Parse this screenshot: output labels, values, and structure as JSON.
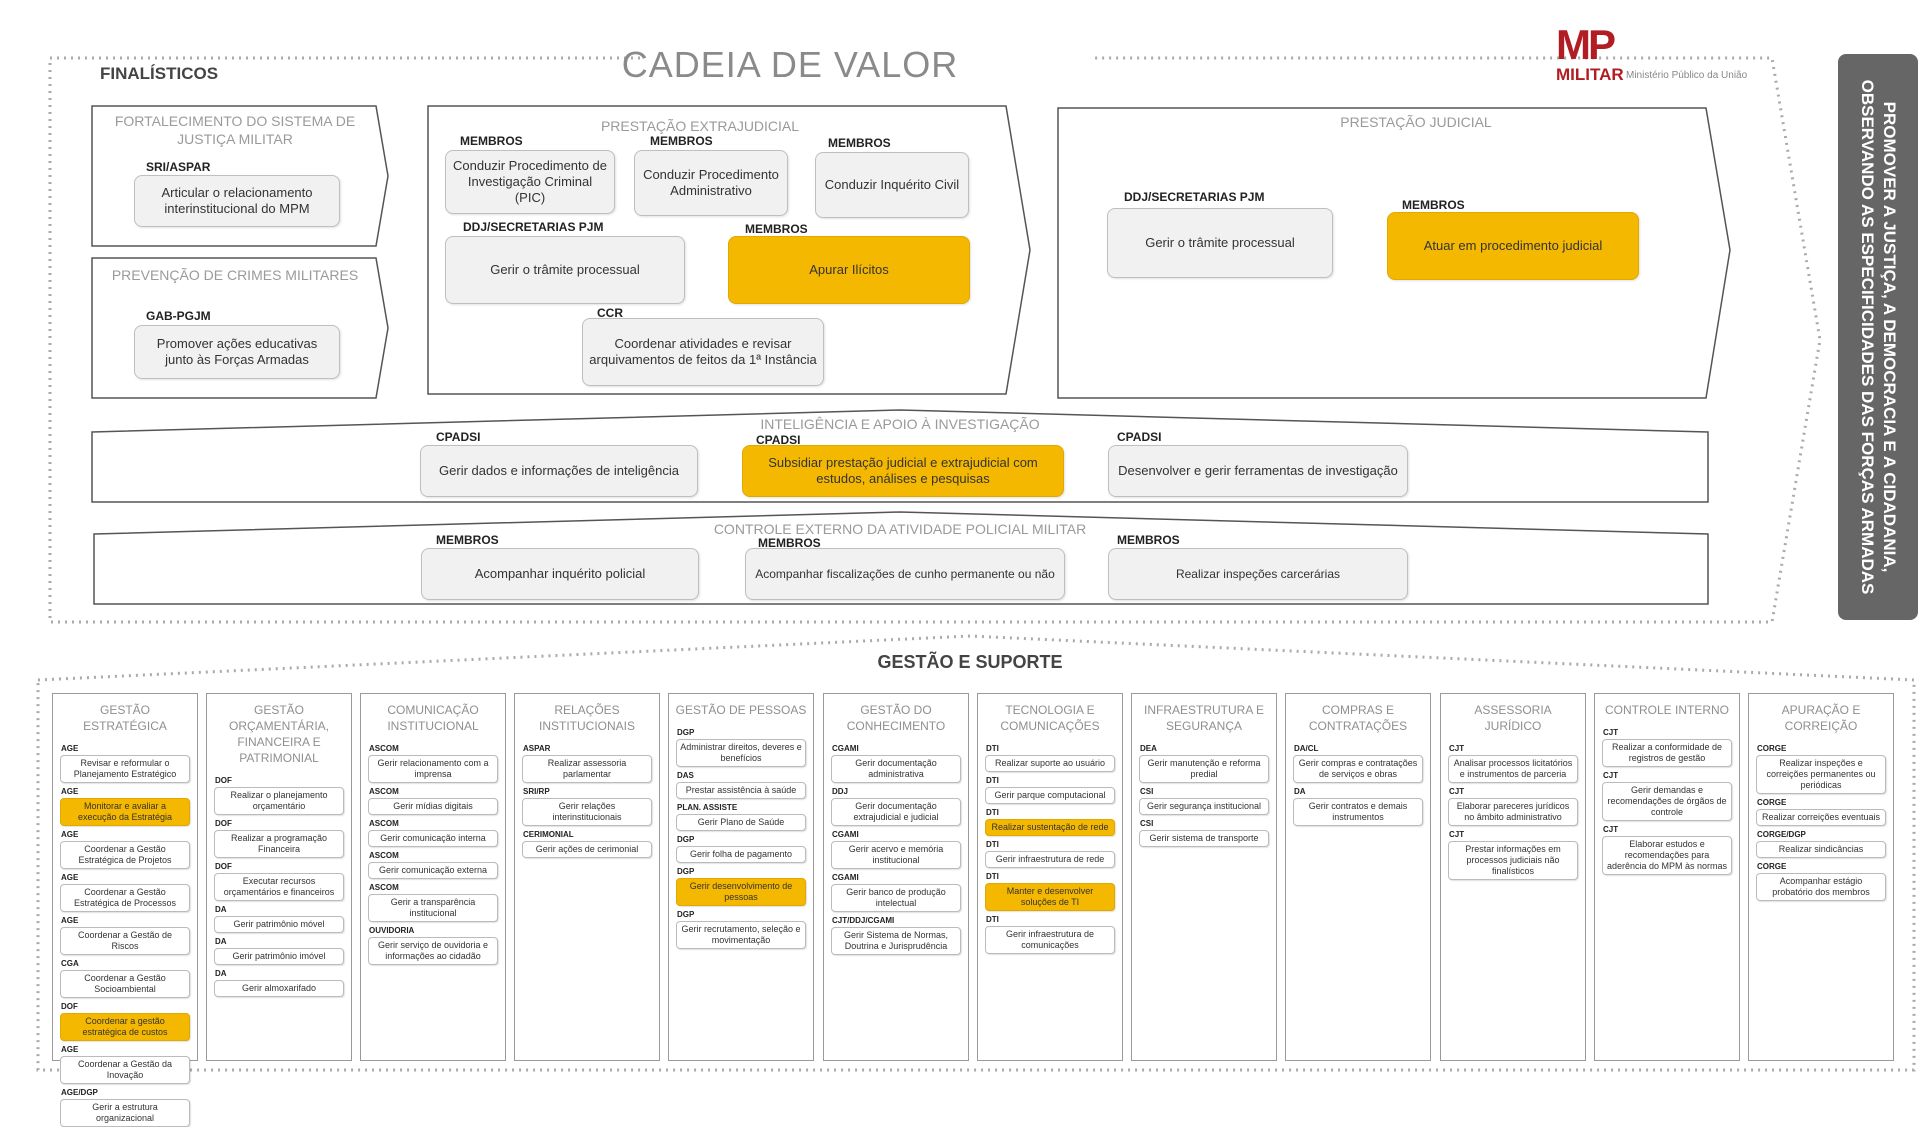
{
  "title": "CADEIA DE VALOR",
  "finalisticos_label": "FINALÍSTICOS",
  "logo": {
    "mark": "MP",
    "word": "MILITAR",
    "subtitle": "Ministério Público da União"
  },
  "vision": "PROMOVER A JUSTIÇA, A DEMOCRACIA E A CIDADANIA, OBSERVANDO AS ESPECIFICIDADES DAS FORÇAS ARMADAS",
  "fortalecimento": {
    "title": "FORTALECIMENTO DO SISTEMA DE JUSTIÇA MILITAR",
    "role": "SRI/ASPAR",
    "activity": "Articular o relacionamento interinstitucional do MPM"
  },
  "prevencao": {
    "title": "PREVENÇÃO DE CRIMES MILITARES",
    "role": "GAB-PGJM",
    "activity": "Promover ações educativas junto às Forças Armadas"
  },
  "extrajudicial": {
    "title": "PRESTAÇÃO EXTRAJUDICIAL",
    "items": [
      {
        "role": "MEMBROS",
        "activity": "Conduzir Procedimento de Investigação Criminal (PIC)",
        "highlight": false
      },
      {
        "role": "MEMBROS",
        "activity": "Conduzir Procedimento Administrativo",
        "highlight": false
      },
      {
        "role": "MEMBROS",
        "activity": "Conduzir Inquérito Civil",
        "highlight": false
      },
      {
        "role": "DDJ/SECRETARIAS PJM",
        "activity": "Gerir o trâmite processual",
        "highlight": false
      },
      {
        "role": "MEMBROS",
        "activity": "Apurar Ilícitos",
        "highlight": true
      },
      {
        "role": "CCR",
        "activity": "Coordenar atividades e revisar arquivamentos de feitos da 1ª Instância",
        "highlight": false
      }
    ]
  },
  "judicial": {
    "title": "PRESTAÇÃO JUDICIAL",
    "items": [
      {
        "role": "DDJ/SECRETARIAS PJM",
        "activity": "Gerir o trâmite processual",
        "highlight": false
      },
      {
        "role": "MEMBROS",
        "activity": "Atuar em procedimento judicial",
        "highlight": true
      }
    ]
  },
  "inteligencia": {
    "title": "INTELIGÊNCIA E APOIO À INVESTIGAÇÃO",
    "items": [
      {
        "role": "CPADSI",
        "activity": "Gerir dados e informações de inteligência",
        "highlight": false
      },
      {
        "role": "CPADSI",
        "activity": "Subsidiar prestação judicial e extrajudicial com estudos, análises e pesquisas",
        "highlight": true
      },
      {
        "role": "CPADSI",
        "activity": "Desenvolver e gerir ferramentas de investigação",
        "highlight": false
      }
    ]
  },
  "controle_externo": {
    "title": "CONTROLE EXTERNO DA ATIVIDADE POLICIAL MILITAR",
    "items": [
      {
        "role": "MEMBROS",
        "activity": "Acompanhar inquérito policial",
        "highlight": false
      },
      {
        "role": "MEMBROS",
        "activity": "Acompanhar fiscalizações de cunho permanente ou não",
        "highlight": false
      },
      {
        "role": "MEMBROS",
        "activity": "Realizar inspeções carcerárias",
        "highlight": false
      }
    ]
  },
  "gestao_title": "GESTÃO E SUPORTE",
  "gestao": [
    {
      "title": "GESTÃO ESTRATÉGICA",
      "items": [
        {
          "role": "AGE",
          "text": "Revisar e reformular o Planejamento Estratégico",
          "highlight": false
        },
        {
          "role": "AGE",
          "text": "Monitorar e avaliar a execução da Estratégia",
          "highlight": true
        },
        {
          "role": "AGE",
          "text": "Coordenar a Gestão Estratégica de Projetos",
          "highlight": false
        },
        {
          "role": "AGE",
          "text": "Coordenar a Gestão Estratégica de Processos",
          "highlight": false
        },
        {
          "role": "AGE",
          "text": "Coordenar a Gestão de Riscos",
          "highlight": false
        },
        {
          "role": "CGA",
          "text": "Coordenar a Gestão Socioambiental",
          "highlight": false
        },
        {
          "role": "DOF",
          "text": "Coordenar a gestão estratégica de custos",
          "highlight": true
        },
        {
          "role": "AGE",
          "text": "Coordenar a Gestão da Inovação",
          "highlight": false
        },
        {
          "role": "AGE/DGP",
          "text": "Gerir a estrutura organizacional",
          "highlight": false
        }
      ]
    },
    {
      "title": "GESTÃO ORÇAMENTÁRIA, FINANCEIRA E PATRIMONIAL",
      "items": [
        {
          "role": "DOF",
          "text": "Realizar o planejamento orçamentário",
          "highlight": false
        },
        {
          "role": "DOF",
          "text": "Realizar a programação Financeira",
          "highlight": false
        },
        {
          "role": "DOF",
          "text": "Executar recursos orçamentários e financeiros",
          "highlight": false
        },
        {
          "role": "DA",
          "text": "Gerir patrimônio móvel",
          "highlight": false
        },
        {
          "role": "DA",
          "text": "Gerir patrimônio imóvel",
          "highlight": false
        },
        {
          "role": "DA",
          "text": "Gerir almoxarifado",
          "highlight": false
        }
      ]
    },
    {
      "title": "COMUNICAÇÃO INSTITUCIONAL",
      "items": [
        {
          "role": "ASCOM",
          "text": "Gerir relacionamento com a imprensa",
          "highlight": false
        },
        {
          "role": "ASCOM",
          "text": "Gerir mídias digitais",
          "highlight": false
        },
        {
          "role": "ASCOM",
          "text": "Gerir comunicação interna",
          "highlight": false
        },
        {
          "role": "ASCOM",
          "text": "Gerir comunicação externa",
          "highlight": false
        },
        {
          "role": "ASCOM",
          "text": "Gerir a transparência institucional",
          "highlight": false
        },
        {
          "role": "OUVIDORIA",
          "text": "Gerir serviço de ouvidoria e informações ao cidadão",
          "highlight": false
        }
      ]
    },
    {
      "title": "RELAÇÕES INSTITUCIONAIS",
      "items": [
        {
          "role": "ASPAR",
          "text": "Realizar assessoria parlamentar",
          "highlight": false
        },
        {
          "role": "SRI/RP",
          "text": "Gerir relações interinstitucionais",
          "highlight": false
        },
        {
          "role": "CERIMONIAL",
          "text": "Gerir ações de cerimonial",
          "highlight": false
        }
      ]
    },
    {
      "title": "GESTÃO DE PESSOAS",
      "items": [
        {
          "role": "DGP",
          "text": "Administrar direitos, deveres e benefícios",
          "highlight": false
        },
        {
          "role": "DAS",
          "text": "Prestar assistência à saúde",
          "highlight": false
        },
        {
          "role": "PLAN. ASSISTE",
          "text": "Gerir Plano de Saúde",
          "highlight": false
        },
        {
          "role": "DGP",
          "text": "Gerir folha de pagamento",
          "highlight": false
        },
        {
          "role": "DGP",
          "text": "Gerir desenvolvimento de pessoas",
          "highlight": true
        },
        {
          "role": "DGP",
          "text": "Gerir recrutamento, seleção e movimentação",
          "highlight": false
        }
      ]
    },
    {
      "title": "GESTÃO DO CONHECIMENTO",
      "items": [
        {
          "role": "CGAMI",
          "text": "Gerir documentação administrativa",
          "highlight": false
        },
        {
          "role": "DDJ",
          "text": "Gerir documentação extrajudicial e judicial",
          "highlight": false
        },
        {
          "role": "CGAMI",
          "text": "Gerir acervo e memória institucional",
          "highlight": false
        },
        {
          "role": "CGAMI",
          "text": "Gerir banco de produção intelectual",
          "highlight": false
        },
        {
          "role": "CJT/DDJ/CGAMI",
          "text": "Gerir Sistema de Normas, Doutrina e Jurisprudência",
          "highlight": false
        }
      ]
    },
    {
      "title": "TECNOLOGIA E COMUNICAÇÕES",
      "items": [
        {
          "role": "DTI",
          "text": "Realizar suporte ao usuário",
          "highlight": false
        },
        {
          "role": "DTI",
          "text": "Gerir parque computacional",
          "highlight": false
        },
        {
          "role": "DTI",
          "text": "Realizar sustentação de rede",
          "highlight": true
        },
        {
          "role": "DTI",
          "text": "Gerir infraestrutura de rede",
          "highlight": false
        },
        {
          "role": "DTI",
          "text": "Manter e desenvolver soluções de TI",
          "highlight": true
        },
        {
          "role": "DTI",
          "text": "Gerir infraestrutura de comunicações",
          "highlight": false
        }
      ]
    },
    {
      "title": "INFRAESTRUTURA E SEGURANÇA",
      "items": [
        {
          "role": "DEA",
          "text": "Gerir manutenção e reforma predial",
          "highlight": false
        },
        {
          "role": "CSI",
          "text": "Gerir segurança institucional",
          "highlight": false
        },
        {
          "role": "CSI",
          "text": "Gerir sistema de transporte",
          "highlight": false
        }
      ]
    },
    {
      "title": "COMPRAS E CONTRATAÇÕES",
      "items": [
        {
          "role": "DA/CL",
          "text": "Gerir compras e contratações de serviços e obras",
          "highlight": false
        },
        {
          "role": "DA",
          "text": "Gerir contratos e demais instrumentos",
          "highlight": false
        }
      ]
    },
    {
      "title": "ASSESSORIA JURÍDICO",
      "items": [
        {
          "role": "CJT",
          "text": "Analisar processos licitatórios e instrumentos de parceria",
          "highlight": false
        },
        {
          "role": "CJT",
          "text": "Elaborar pareceres jurídicos no âmbito administrativo",
          "highlight": false
        },
        {
          "role": "CJT",
          "text": "Prestar informações em processos judiciais não finalísticos",
          "highlight": false
        }
      ]
    },
    {
      "title": "CONTROLE INTERNO",
      "items": [
        {
          "role": "CJT",
          "text": "Realizar a conformidade de registros de gestão",
          "highlight": false
        },
        {
          "role": "CJT",
          "text": "Gerir demandas e recomendações de órgãos de controle",
          "highlight": false
        },
        {
          "role": "CJT",
          "text": "Elaborar estudos e recomendações para aderência do MPM às normas",
          "highlight": false
        }
      ]
    },
    {
      "title": "APURAÇÃO E CORREIÇÃO",
      "items": [
        {
          "role": "CORGE",
          "text": "Realizar inspeções e correições permanentes ou periódicas",
          "highlight": false
        },
        {
          "role": "CORGE",
          "text": "Realizar correições eventuais",
          "highlight": false
        },
        {
          "role": "CORGE/DGP",
          "text": "Realizar sindicâncias",
          "highlight": false
        },
        {
          "role": "CORGE",
          "text": "Acompanhar estágio probatório dos membros",
          "highlight": false
        }
      ]
    }
  ]
}
